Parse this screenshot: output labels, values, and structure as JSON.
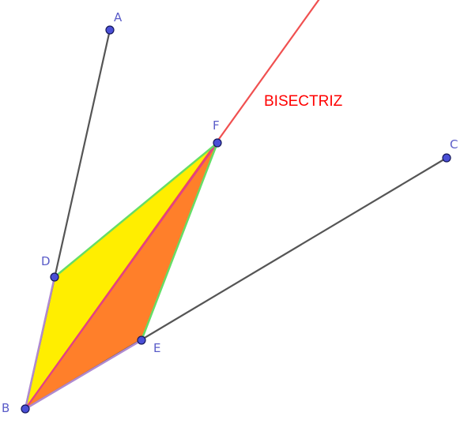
{
  "figure": {
    "points": [
      {
        "id": "A",
        "label": "A"
      },
      {
        "id": "B",
        "label": "B"
      },
      {
        "id": "C",
        "label": "C"
      },
      {
        "id": "D",
        "label": "D"
      },
      {
        "id": "E",
        "label": "E"
      },
      {
        "id": "F",
        "label": "F"
      }
    ],
    "bisector_label": "BISECTRIZ",
    "colors": {
      "point_fill": "#4a4fd6",
      "point_stroke": "#15185a",
      "point_label": "#5a5cc8",
      "side_line": "#555555",
      "bisector_line": "#f05050",
      "bisector_text": "#ff0000",
      "fill_yellow": "#ffee00",
      "fill_orange": "#ff7f2a",
      "edge_green": "#66dd66",
      "edge_purple": "#b08ad0",
      "diagonal": "#e0408a"
    }
  }
}
